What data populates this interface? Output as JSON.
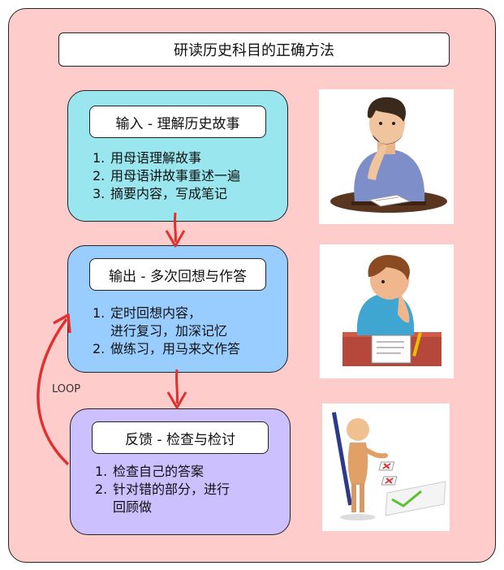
{
  "title": "研读历史科目的正确方法",
  "loop_label": "LOOP",
  "colors": {
    "background": "#ffcccc",
    "input_fill": "#99e6ee",
    "output_fill": "#99ccff",
    "feedback_fill": "#ccc0ff",
    "arrow": "#e03030"
  },
  "stages": [
    {
      "header": "输入 - 理解历史故事",
      "steps": [
        {
          "num": "1.",
          "text": "用母语理解故事"
        },
        {
          "num": "2.",
          "text": "用母语讲故事重述一遍"
        },
        {
          "num": "3.",
          "text": "摘要内容，写成笔记"
        }
      ],
      "image_icon": "thinking-person-icon"
    },
    {
      "header": "输出 - 多次回想与作答",
      "steps": [
        {
          "num": "1.",
          "text": "定时回想内容，\n进行复习，加深记忆"
        },
        {
          "num": "2.",
          "text": "做练习，用马来文作答"
        }
      ],
      "image_icon": "studying-student-icon"
    },
    {
      "header": "反馈 - 检查与检讨",
      "steps": [
        {
          "num": "1.",
          "text": "检查自己的答案"
        },
        {
          "num": "2.",
          "text": "针对错的部分，进行\n回顾做"
        }
      ],
      "image_icon": "checklist-figure-icon"
    }
  ]
}
